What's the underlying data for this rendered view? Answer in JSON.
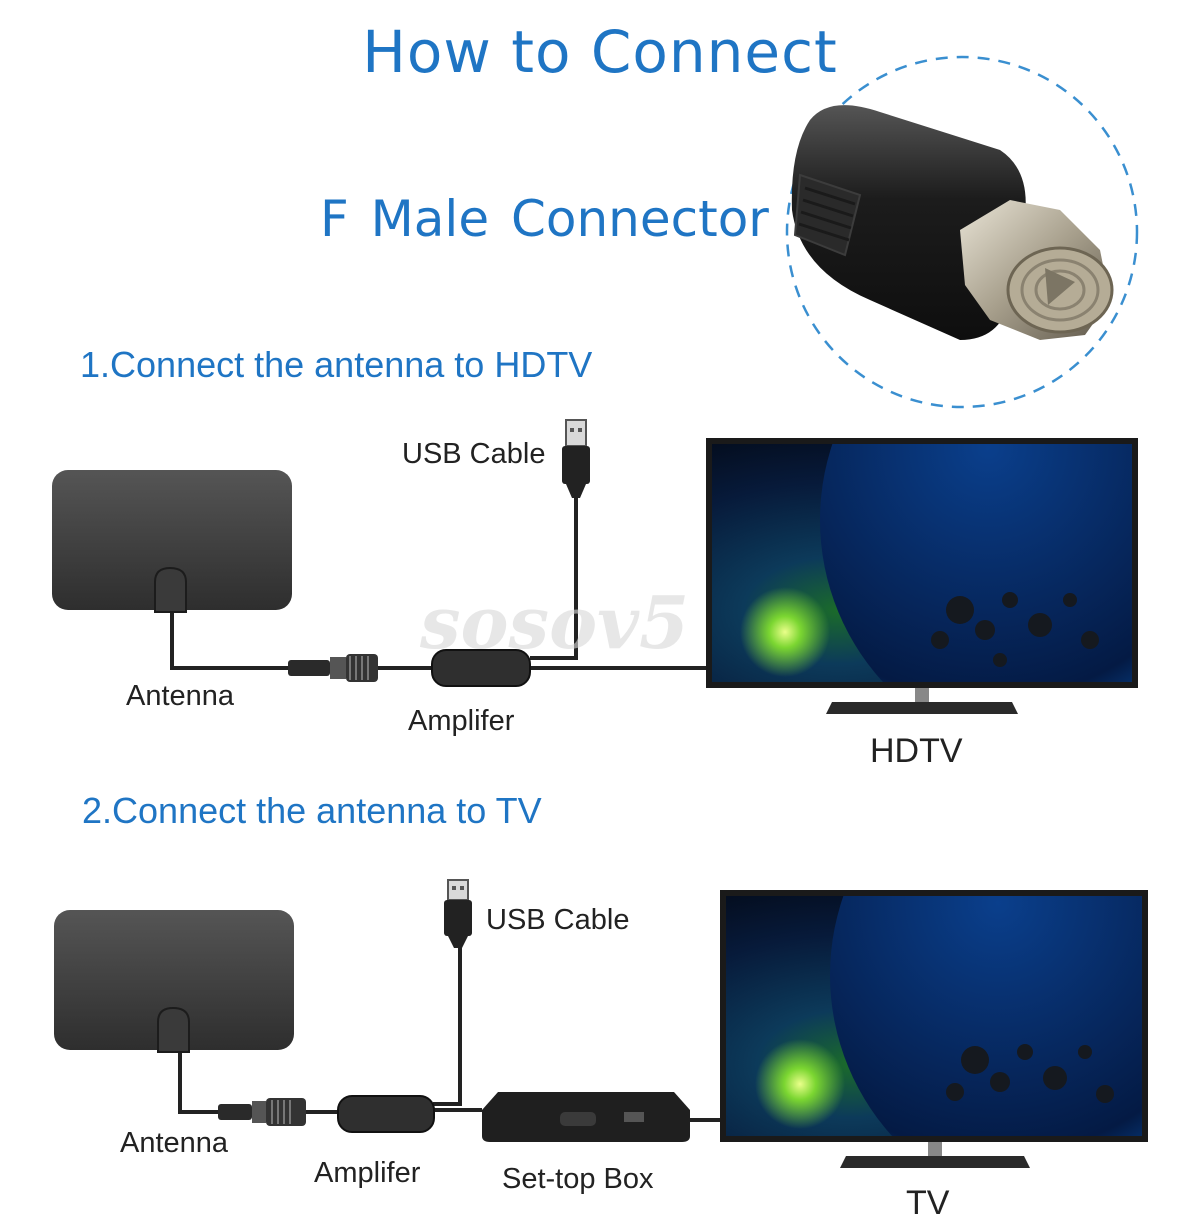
{
  "header": {
    "title": "How to Connect",
    "connector_label": "F Male Connector"
  },
  "watermark": "sosov5",
  "section1": {
    "heading": "1.Connect the antenna to HDTV",
    "usb_label": "USB Cable",
    "antenna_label": "Antenna",
    "amplifier_label": "Amplifer",
    "tv_label": "HDTV"
  },
  "section2": {
    "heading": "2.Connect the antenna to TV",
    "usb_label": "USB Cable",
    "antenna_label": "Antenna",
    "amplifier_label": "Amplifer",
    "settop_label": "Set-top Box",
    "tv_label": "TV"
  },
  "colors": {
    "accent_blue": "#1f75c4",
    "device_dark": "#2b2b2b",
    "screen_space": "#0a1a3a",
    "dashed_circle": "#3a8fd0"
  }
}
